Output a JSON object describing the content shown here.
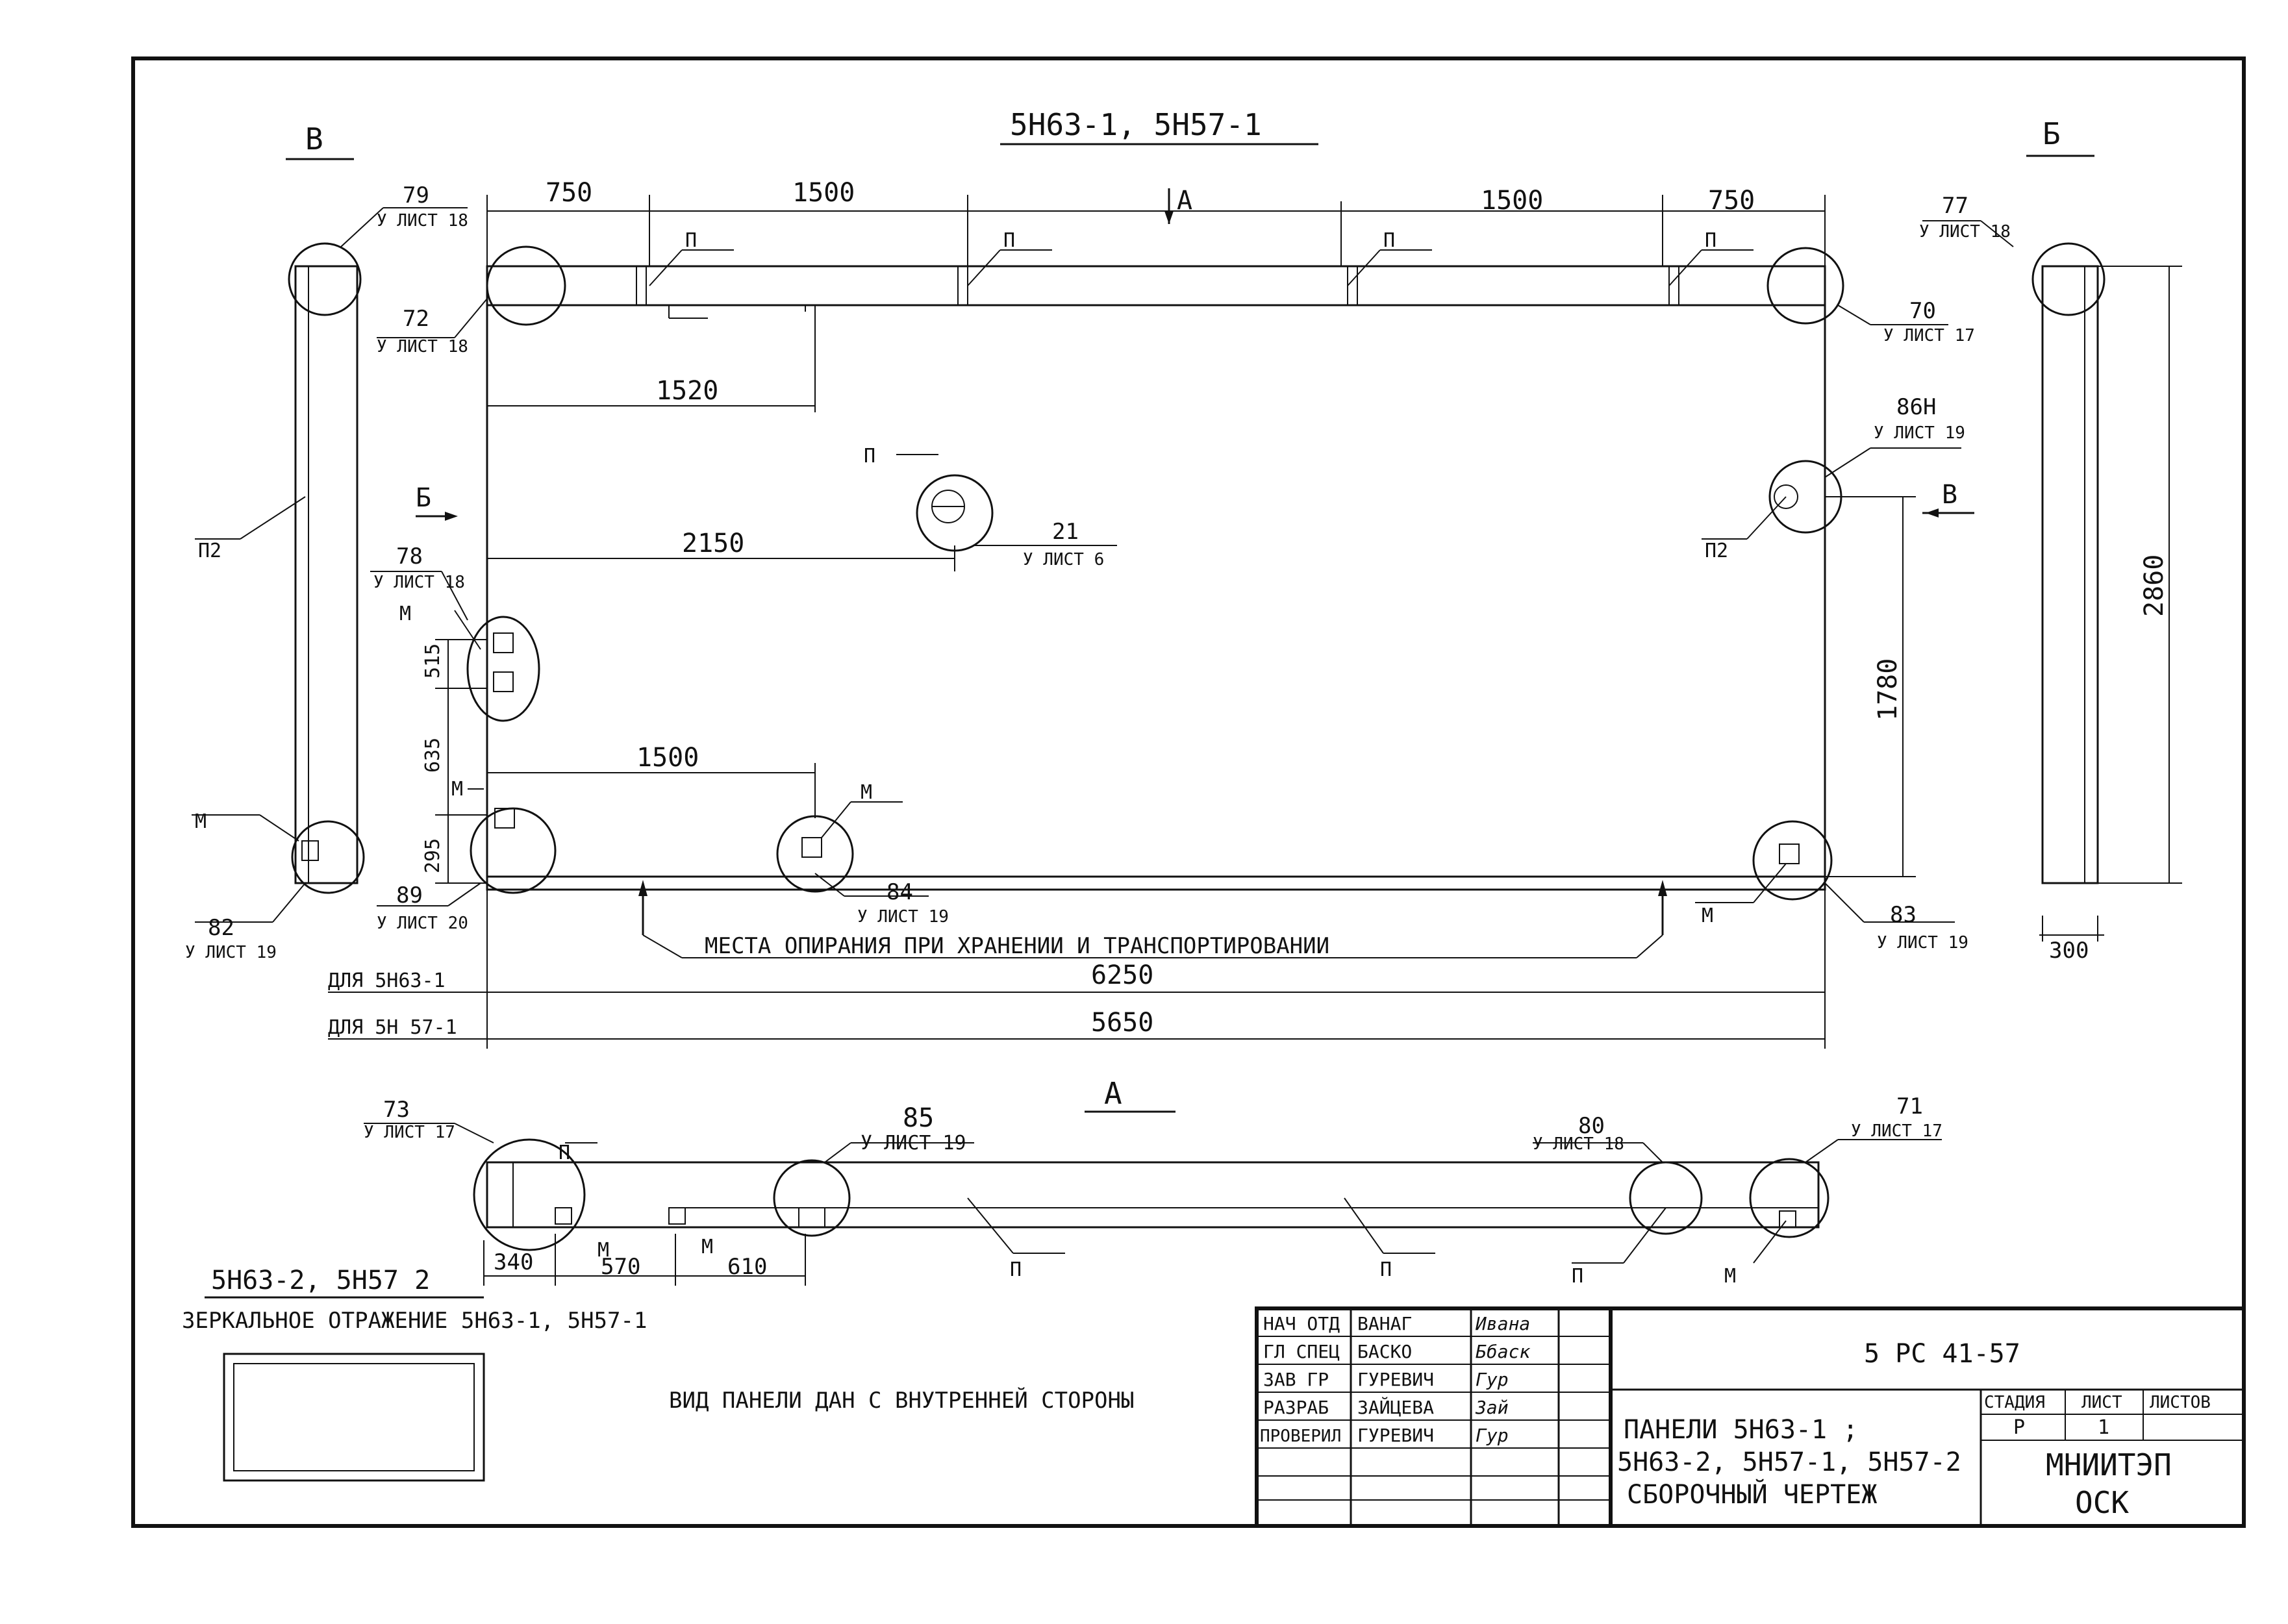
{
  "title_top": "5Н63-1, 5Н57-1",
  "section_labels": {
    "v_top": "В",
    "b_top": "Б",
    "b_arrow": "Б",
    "v_arrow": "В",
    "a_arrow": "А",
    "a_section": "А"
  },
  "dims": {
    "d750_left": "750",
    "d1500_top_left": "1500",
    "d1500_top_right": "1500",
    "d750_right": "750",
    "d1520": "1520",
    "d2150": "2150",
    "d1500_bottom": "1500",
    "d1780": "1780",
    "d2860": "2860",
    "d300": "300",
    "d6250": "6250",
    "d5650": "5650",
    "d515": "515",
    "d635": "635",
    "d295": "295",
    "d340": "340",
    "d570": "570",
    "d610": "610"
  },
  "callouts": {
    "c79": "79",
    "c79s": "У ЛИСТ 18",
    "c72": "72",
    "c72s": "У ЛИСТ 18",
    "c77": "77",
    "c77s": "У ЛИСТ 18",
    "c70": "70",
    "c70s": "У ЛИСТ 17",
    "c86": "86Н",
    "c86s": "У ЛИСТ 19",
    "c21": "21",
    "c21s": "У ЛИСТ 6",
    "c78": "78",
    "c78s": "У ЛИСТ 18",
    "c89": "89",
    "c89s": "У ЛИСТ 20",
    "c84": "84",
    "c84s": "У ЛИСТ 19",
    "c82": "82",
    "c82s": "У ЛИСТ 19",
    "c83": "83",
    "c83s": "У ЛИСТ 19",
    "c73": "73",
    "c73s": "У ЛИСТ 17",
    "c85": "85",
    "c85s": "У ЛИСТ 19",
    "c80": "80",
    "c80s": "У ЛИСТ 18",
    "c71": "71",
    "c71s": "У ЛИСТ 17"
  },
  "part_marks": {
    "p": "П",
    "p2": "П2",
    "m": "М"
  },
  "support_note": "МЕСТА ОПИРАНИЯ ПРИ ХРАНЕНИИ И ТРАНСПОРТИРОВАНИИ",
  "for_5n63": "ДЛЯ 5Н63-1",
  "for_5n57": "ДЛЯ 5Н 57-1",
  "mirror_title": "5Н63-2, 5Н57 2",
  "mirror_note": "ЗЕРКАЛЬНОЕ ОТРАЖЕНИЕ 5Н63-1, 5Н57-1",
  "view_note": "ВИД ПАНЕЛИ ДАН С ВНУТРЕННЕЙ СТОРОНЫ",
  "title_block": {
    "rows": [
      {
        "role": "НАЧ ОТД",
        "name": "ВАНАГ",
        "sign": "Ивана"
      },
      {
        "role": "ГЛ СПЕЦ",
        "name": "БАСКО",
        "sign": "Ббаск"
      },
      {
        "role": "ЗАВ ГР",
        "name": "ГУРЕВИЧ",
        "sign": "Гур"
      },
      {
        "role": "РАЗРАБ",
        "name": "ЗАЙЦЕВА",
        "sign": "Зай"
      },
      {
        "role": "ПРОВЕРИЛ",
        "name": "ГУРЕВИЧ",
        "sign": "Гур"
      }
    ],
    "doc_code": "5 РС 41-57",
    "name_line1": "ПАНЕЛИ 5Н63-1 ;",
    "name_line2": "5Н63-2, 5Н57-1, 5Н57-2",
    "name_line3": "СБОРОЧНЫЙ ЧЕРТЕЖ",
    "stage_hdr": "СТАДИЯ",
    "sheet_hdr": "ЛИСТ",
    "sheets_hdr": "ЛИСТОВ",
    "stage": "Р",
    "sheet": "1",
    "org_line1": "МНИИТЭП",
    "org_line2": "ОСК"
  }
}
